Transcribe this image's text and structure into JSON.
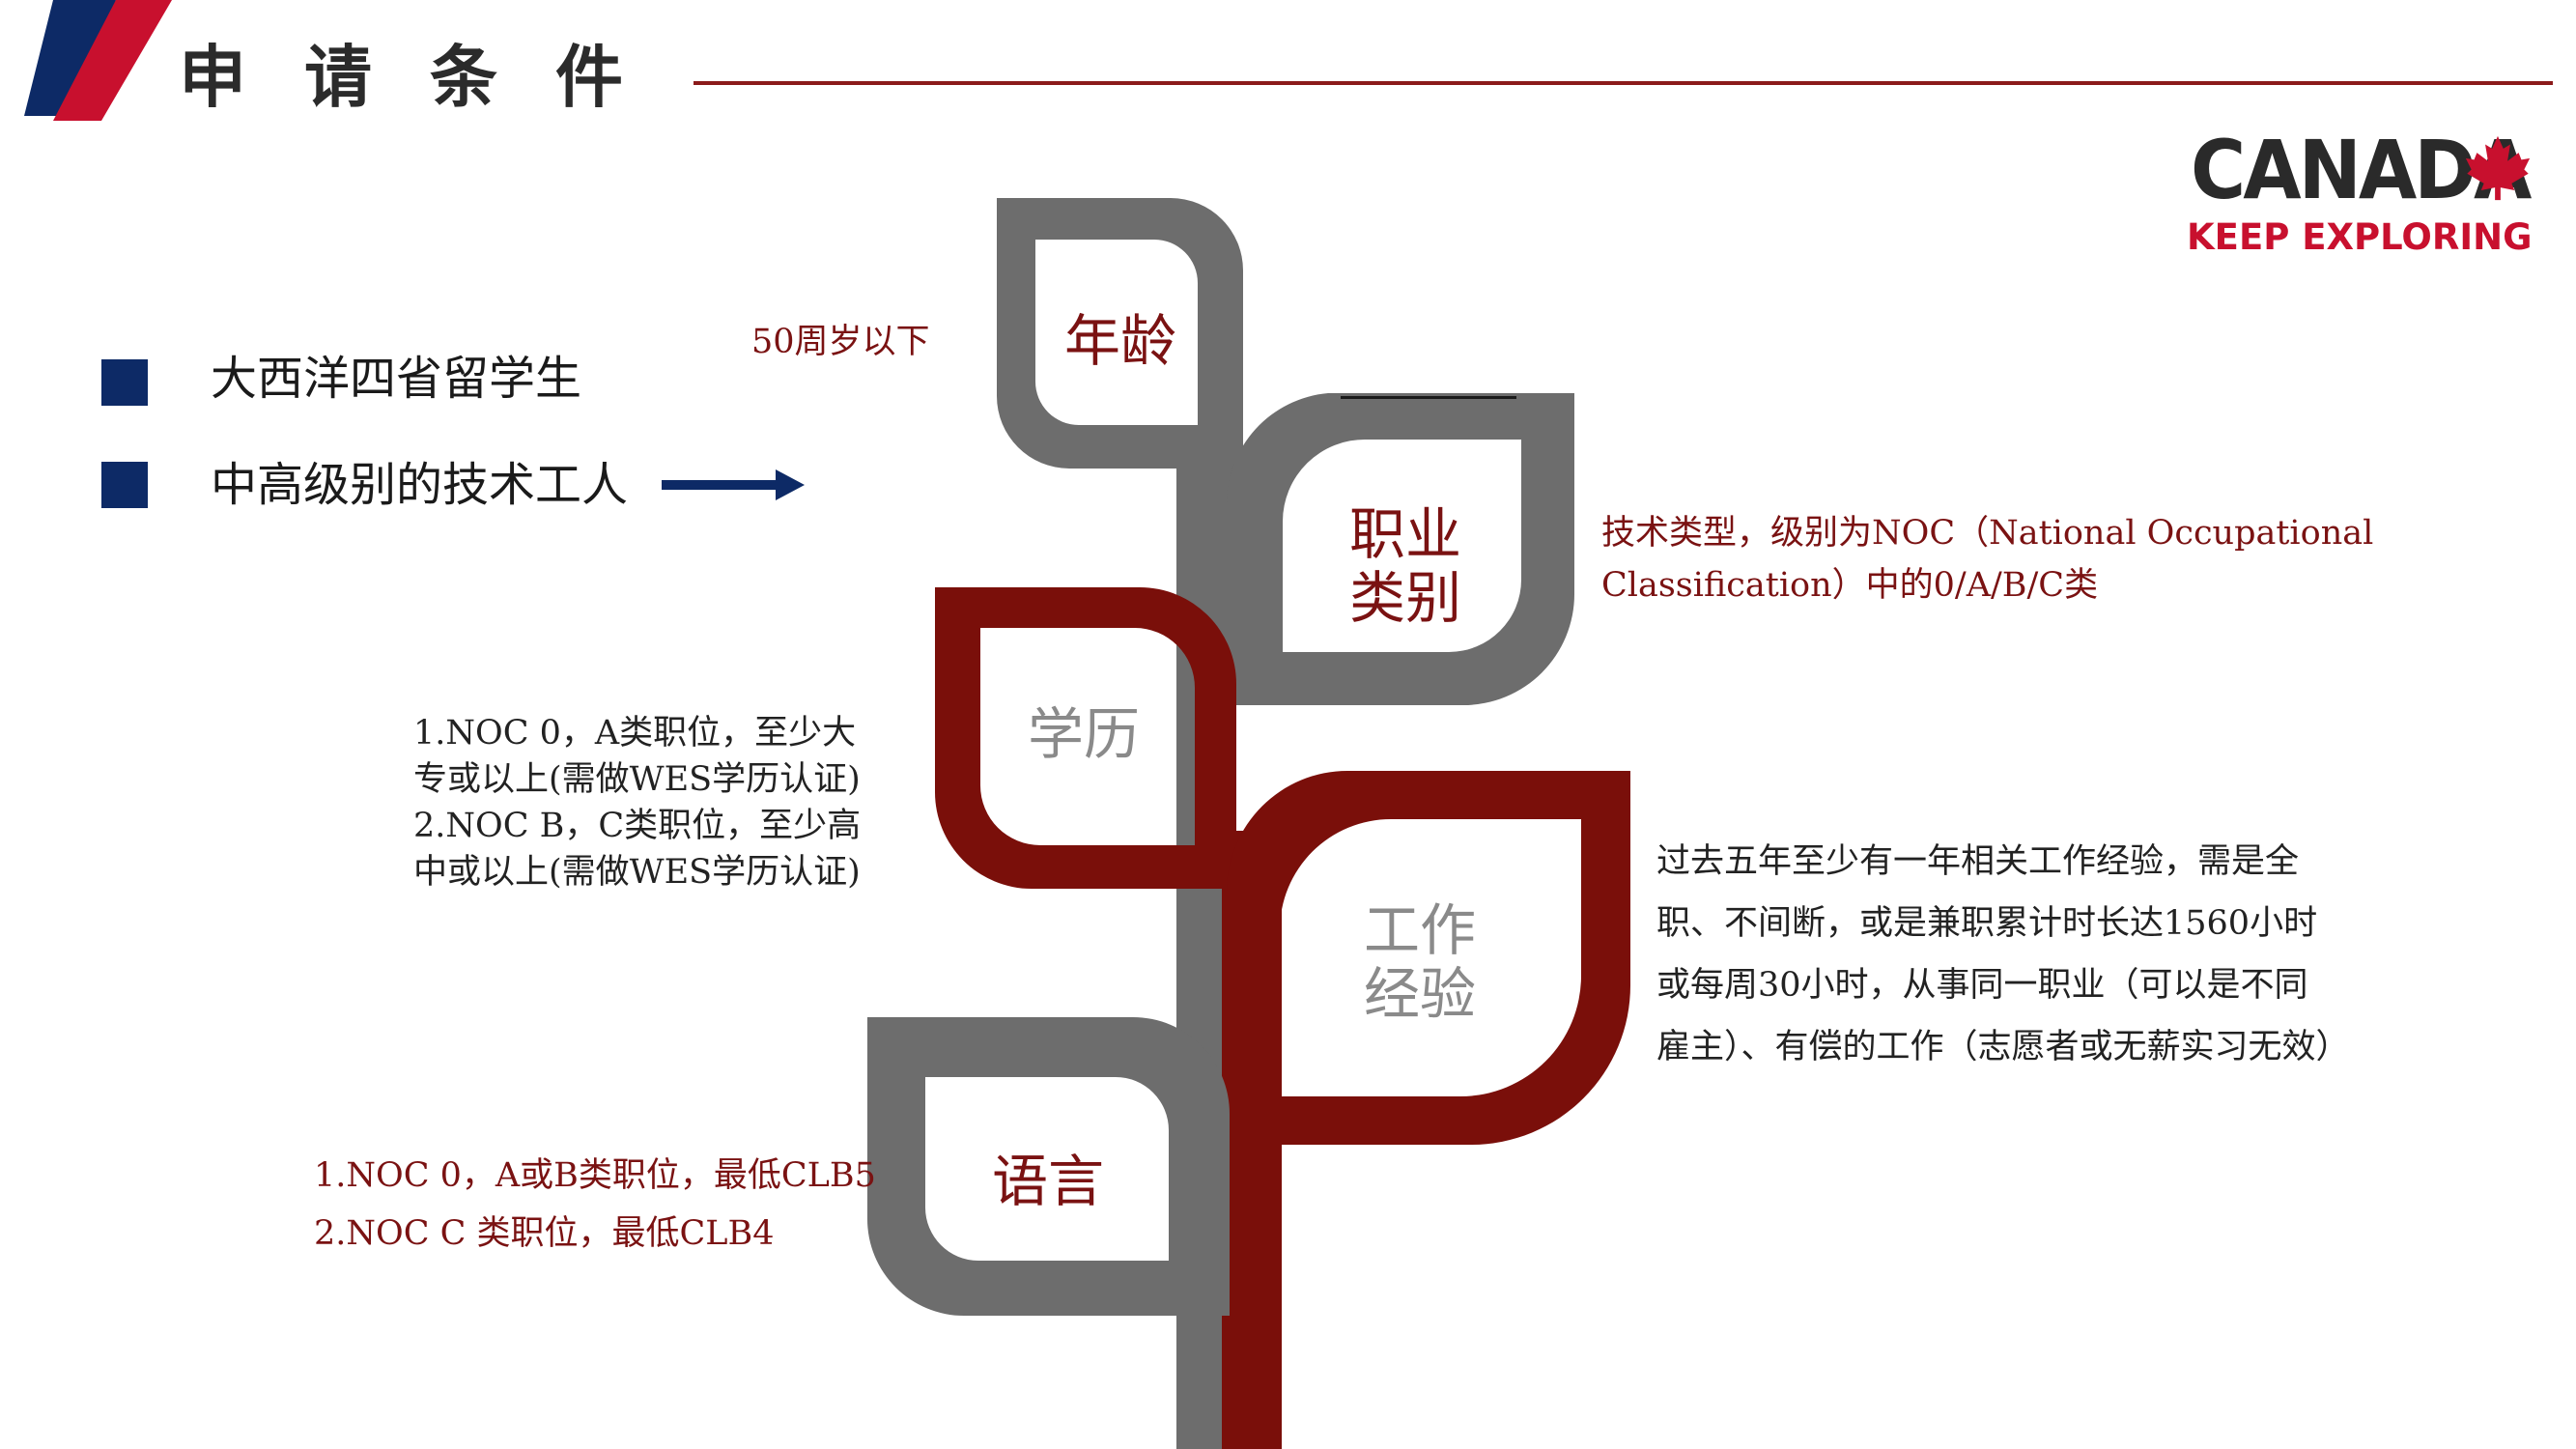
{
  "header": {
    "title": "申请条件",
    "accent_colors": [
      "#0d2a66",
      "#c8102e"
    ]
  },
  "logo": {
    "word": "CANADA",
    "tagline": "KEEP EXPLORING",
    "icon": "maple-leaf-icon"
  },
  "bullets": [
    {
      "text": "大西洋四省留学生"
    },
    {
      "text": "中高级别的技术工人"
    }
  ],
  "tree": {
    "trunk_colors": {
      "grey": "#6d6d6d",
      "red": "#7a0f0a"
    },
    "leaves": [
      {
        "label_lines": [
          "年龄"
        ],
        "note_lines": [
          "50周岁以下"
        ]
      },
      {
        "label_lines": [
          "职业",
          "类别"
        ],
        "note_lines": [
          "技术类型，级别为NOC（National Occupational",
          "Classification）中的0/A/B/C类"
        ]
      },
      {
        "label_lines": [
          "学历"
        ],
        "note_lines": [
          "1.NOC 0，A类职位，至少大",
          "专或以上(需做WES学历认证)",
          "2.NOC B，C类职位，至少高",
          "中或以上(需做WES学历认证)"
        ]
      },
      {
        "label_lines": [
          "工作",
          "经验"
        ],
        "note_lines": [
          "过去五年至少有一年相关工作经验，需是全",
          "职、不间断，或是兼职累计时长达1560小时",
          "或每周30小时，从事同一职业（可以是不同",
          "雇主）、有偿的工作（志愿者或无薪实习无效）"
        ]
      },
      {
        "label_lines": [
          "语言"
        ],
        "note_lines": [
          "1.NOC 0，A或B类职位，最低CLB5",
          "2.NOC C 类职位，最低CLB4"
        ]
      }
    ]
  }
}
